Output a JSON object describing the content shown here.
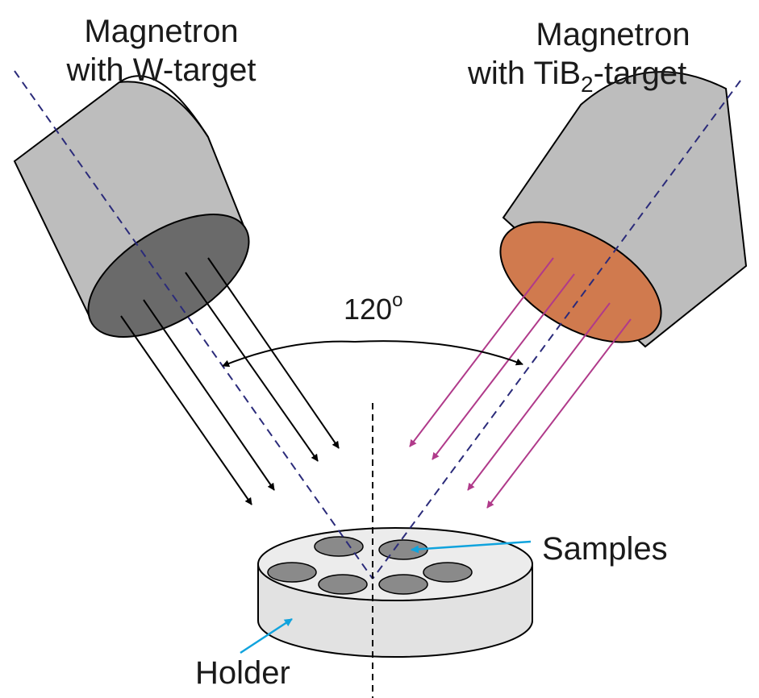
{
  "labels": {
    "left_magnetron_line1": "Magnetron",
    "left_magnetron_line2": "with W-target",
    "right_magnetron_line1": "Magnetron",
    "right_magnetron_line2_pre": "with TiB",
    "right_magnetron_line2_sub": "2",
    "right_magnetron_line2_post": "-target",
    "angle_value": "120",
    "angle_unit": "o",
    "samples": "Samples",
    "holder": "Holder"
  },
  "colors": {
    "magnetron_body": "#bdbdbd",
    "w_target_face": "#6a6a6a",
    "tib2_target_face": "#d07a4e",
    "holder_body": "#e2e2e2",
    "sample_disc": "#8a8a8a",
    "w_flux_arrows": "#000000",
    "tib2_flux_arrows": "#b03a8a",
    "axis_dashes": "#2b2b7a",
    "pointer_arrows": "#10a3dd"
  }
}
